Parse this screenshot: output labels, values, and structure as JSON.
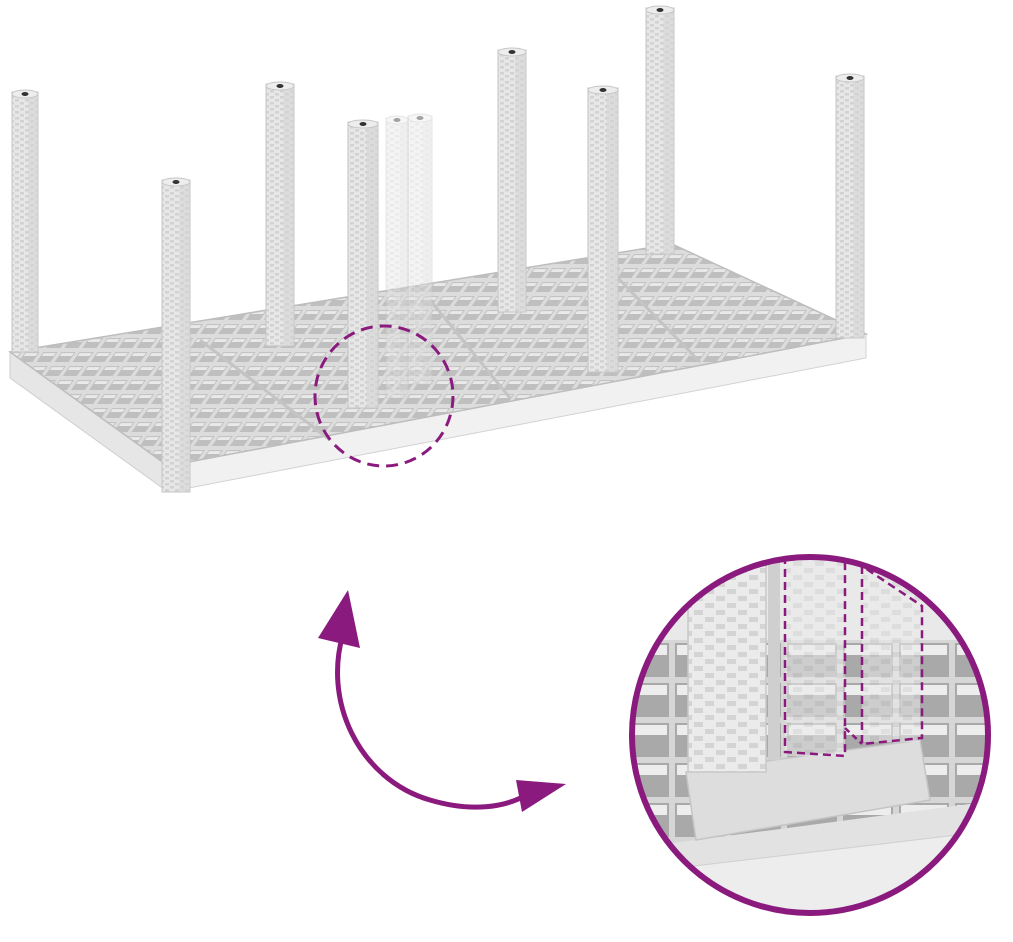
{
  "colors": {
    "accent": "#8a1a7d",
    "platform_top": "#d9d9d9",
    "platform_grid": "#b8b8b8",
    "platform_side": "#ececec",
    "leg": "#e4e4e4",
    "leg_shadow": "#c9c9c9",
    "background": "#ffffff"
  },
  "illustration": {
    "main_view": "shelf-base-with-legs",
    "highlight": "dashed-circle-callout",
    "connector": "double-headed-curved-arrow",
    "detail_view": "magnified-leg-joint"
  },
  "legs": {
    "count": 10,
    "ghost_count": 2
  }
}
